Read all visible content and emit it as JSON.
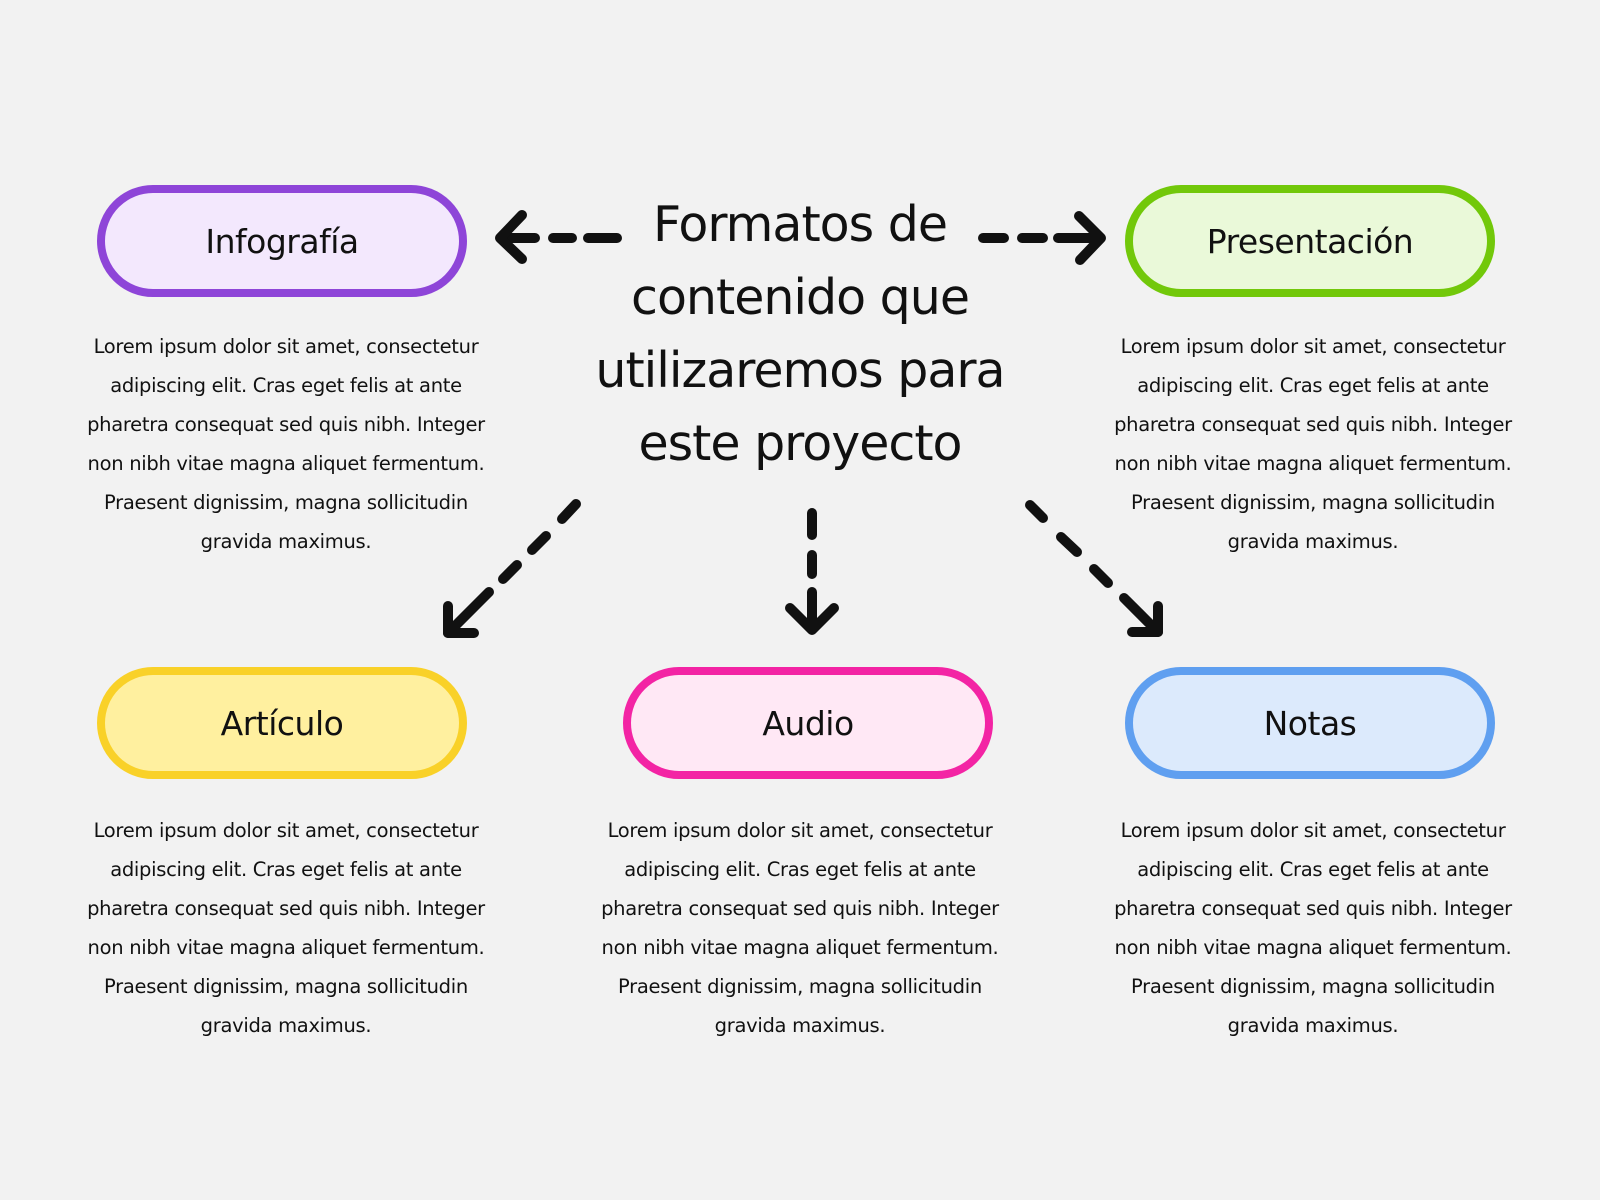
{
  "center": {
    "title": "Formatos de\ncontenido que\nutilizaremos para\neste proyecto"
  },
  "nodes": [
    {
      "id": "infografia",
      "label": "Infografía",
      "description": "Lorem ipsum dolor sit amet, consectetur adipiscing elit. Cras eget felis at ante pharetra consequat sed quis nibh. Integer non nibh vitae magna aliquet fermentum. Praesent dignissim, magna sollicitudin gravida maximus.",
      "border_color": "#8e45d8",
      "fill_color": "#f3e8fd"
    },
    {
      "id": "presentacion",
      "label": "Presentación",
      "description": "Lorem ipsum dolor sit amet, consectetur adipiscing elit. Cras eget felis at ante pharetra consequat sed quis nibh. Integer non nibh vitae magna aliquet fermentum. Praesent dignissim, magna sollicitudin gravida maximus.",
      "border_color": "#72c80a",
      "fill_color": "#eaf9d9"
    },
    {
      "id": "articulo",
      "label": "Artículo",
      "description": "Lorem ipsum dolor sit amet, consectetur adipiscing elit. Cras eget felis at ante pharetra consequat sed quis nibh. Integer non nibh vitae magna aliquet fermentum. Praesent dignissim, magna sollicitudin gravida maximus.",
      "border_color": "#f9d128",
      "fill_color": "#fff09f"
    },
    {
      "id": "audio",
      "label": "Audio",
      "description": "Lorem ipsum dolor sit amet, consectetur adipiscing elit. Cras eget felis at ante pharetra consequat sed quis nibh. Integer non nibh vitae magna aliquet fermentum. Praesent dignissim, magna sollicitudin gravida maximus.",
      "border_color": "#f324a4",
      "fill_color": "#ffe8f5"
    },
    {
      "id": "notas",
      "label": "Notas",
      "description": "Lorem ipsum dolor sit amet, consectetur adipiscing elit. Cras eget felis at ante pharetra consequat sed quis nibh. Integer non nibh vitae magna aliquet fermentum. Praesent dignissim, magna sollicitudin gravida maximus.",
      "border_color": "#5f9ff0",
      "fill_color": "#dceafc"
    }
  ],
  "icons": {
    "arrow": "dashed-arrow-icon"
  }
}
